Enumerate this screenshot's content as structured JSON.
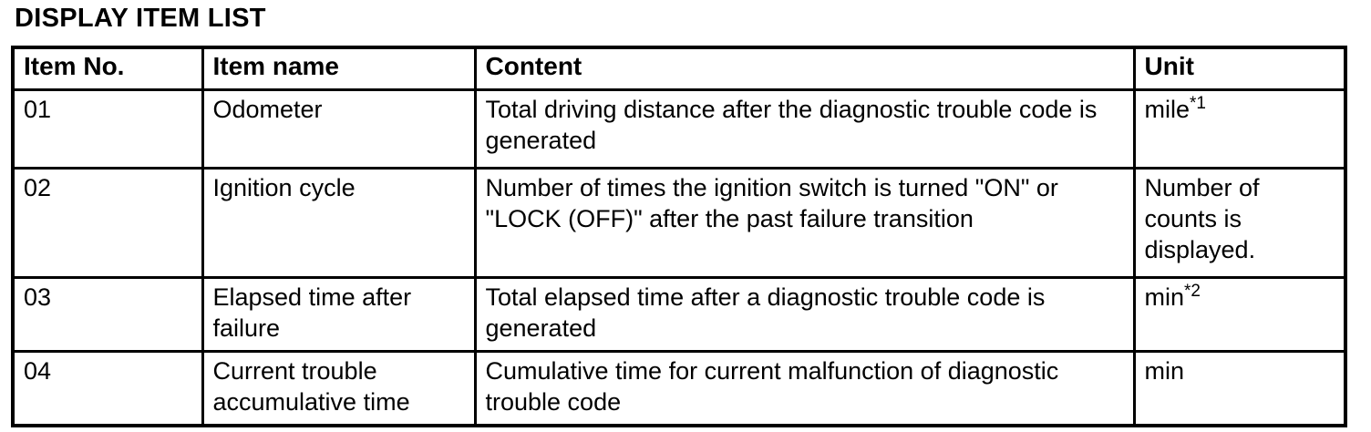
{
  "page": {
    "title": "DISPLAY ITEM LIST"
  },
  "table": {
    "headers": [
      "Item No.",
      "Item name",
      "Content",
      "Unit"
    ],
    "rows": [
      {
        "item_no": "01",
        "item_name": "Odometer",
        "content": "Total driving distance after the diagnostic trouble code is generated",
        "unit": "mile",
        "unit_sup": "*1"
      },
      {
        "item_no": "02",
        "item_name": "Ignition cycle",
        "content": "Number of times the ignition switch is turned \"ON\" or \"LOCK (OFF)\" after the past failure transition",
        "unit": "Number of counts is displayed.",
        "unit_sup": ""
      },
      {
        "item_no": "03",
        "item_name": "Elapsed time after failure",
        "content": "Total elapsed time after a diagnostic trouble code is generated",
        "unit": "min",
        "unit_sup": "*2"
      },
      {
        "item_no": "04",
        "item_name": "Current trouble accumulative time",
        "content": "Cumulative time for current malfunction of diagnostic trouble code",
        "unit": "min",
        "unit_sup": ""
      }
    ]
  },
  "colors": {
    "text": "#000000",
    "background": "#ffffff",
    "border": "#000000"
  }
}
